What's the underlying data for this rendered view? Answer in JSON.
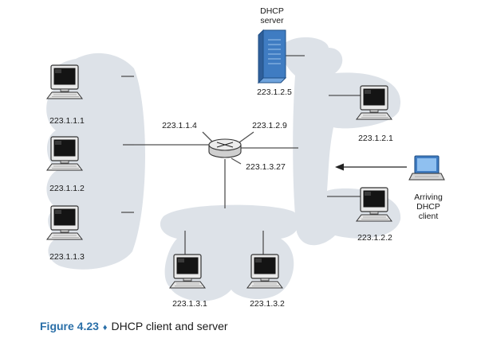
{
  "colors": {
    "cloud": "#dde2e8",
    "line": "#505050",
    "caption_accent": "#2a6fa8",
    "server": "#3f7cc2"
  },
  "icons": {
    "server": "server-icon",
    "desktop": "desktop-computer-icon",
    "laptop": "laptop-icon",
    "router": "router-icon",
    "arrow": "arrow-left-icon"
  },
  "labels": {
    "server_title_line1": "DHCP",
    "server_title_line2": "server",
    "server_ip": "223.1.2.5",
    "router_if_1": "223.1.1.4",
    "router_if_2": "223.1.2.9",
    "router_if_3": "223.1.3.27",
    "host_1_1_1": "223.1.1.1",
    "host_1_1_2": "223.1.1.2",
    "host_1_1_3": "223.1.1.3",
    "host_1_2_1": "223.1.2.1",
    "host_1_2_2": "223.1.2.2",
    "host_1_3_1": "223.1.3.1",
    "host_1_3_2": "223.1.3.2",
    "client_line1": "Arriving",
    "client_line2": "DHCP",
    "client_line3": "client"
  },
  "caption": {
    "figure_label": "Figure 4.23",
    "separator": "♦",
    "text": "DHCP client and server"
  }
}
